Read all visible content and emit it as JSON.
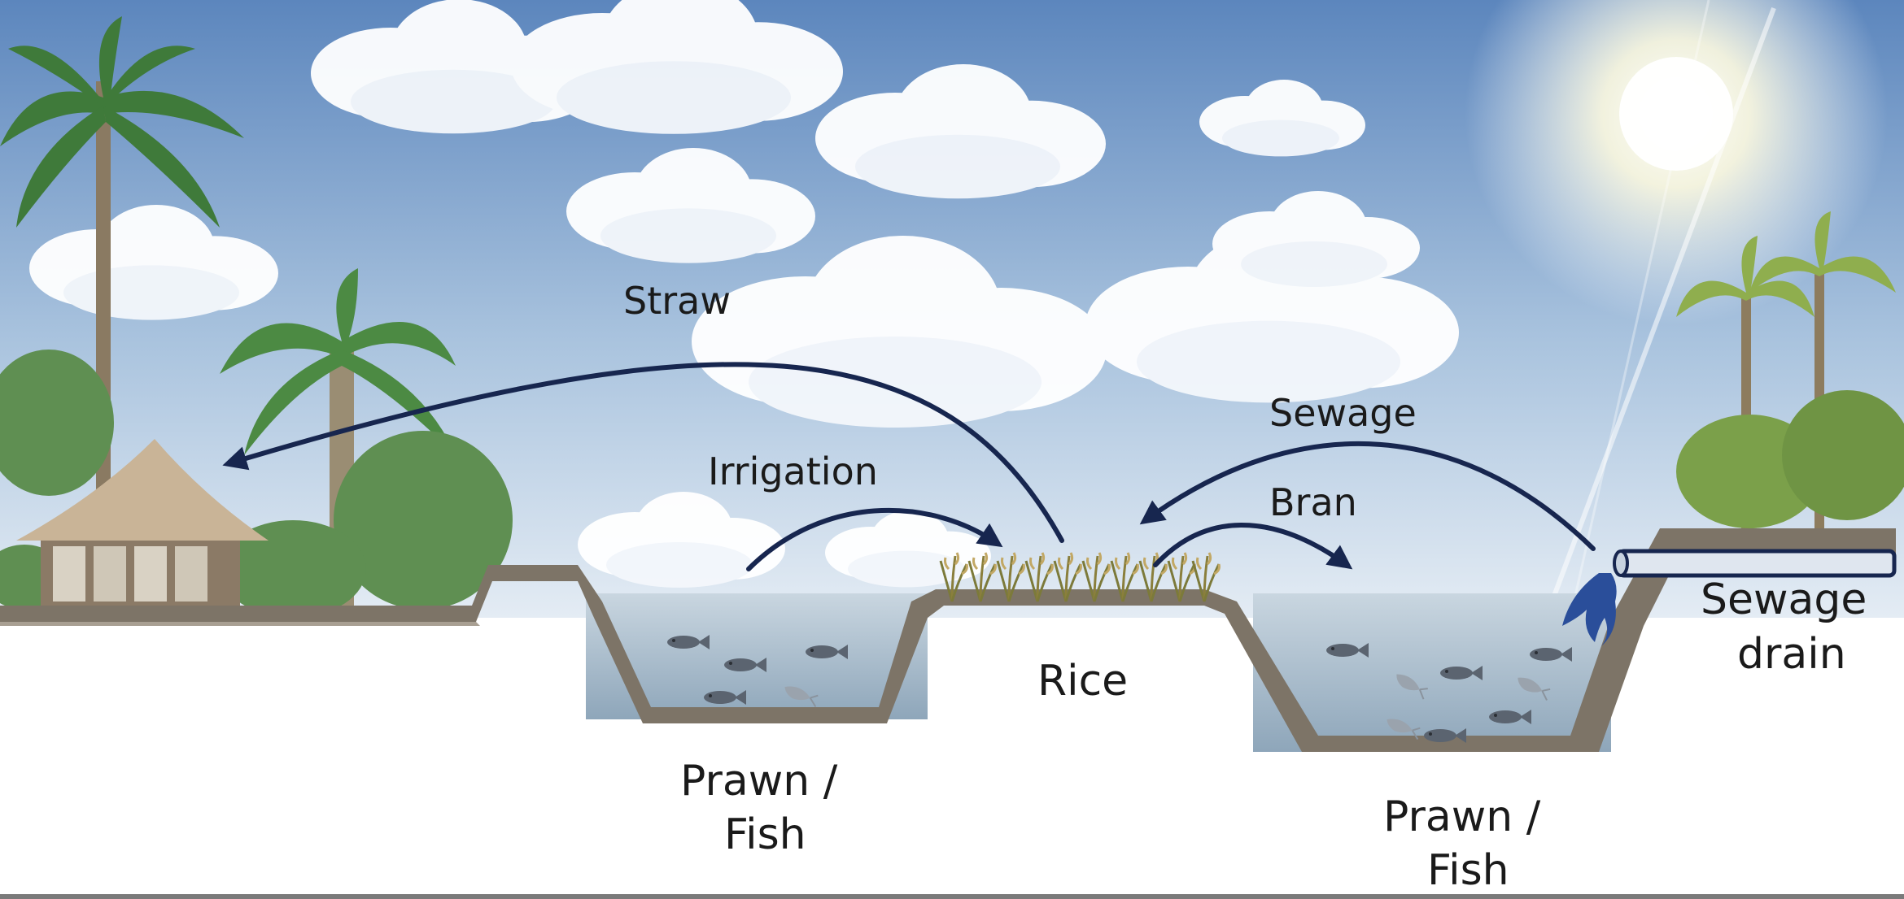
{
  "labels": {
    "straw": "Straw",
    "irrigation": "Irrigation",
    "sewage": "Sewage",
    "bran": "Bran",
    "rice": "Rice",
    "sewage_drain_line1": "Sewage",
    "sewage_drain_line2": "drain",
    "pond_left_line1": "Prawn /",
    "pond_left_line2": "Fish",
    "pond_right_line1": "Prawn /",
    "pond_right_line2": "Fish"
  },
  "colors": {
    "arrow": "#17264f",
    "sky_top": "#5c86bd",
    "sky_bottom": "#dfe9f3",
    "water": "#9fb3c4",
    "soil": "#7d7467",
    "hut_roof": "#c9b497",
    "palm": "#3f7a3a",
    "rice": "#9a8a4a",
    "pipe": "#dfe6ef",
    "splash": "#2a4e9a"
  },
  "icons": [
    "hut-icon",
    "palm-tree-icon",
    "fish-icon",
    "prawn-icon",
    "rice-plant-icon",
    "sun-icon",
    "water-splash-icon",
    "pipe-icon"
  ]
}
